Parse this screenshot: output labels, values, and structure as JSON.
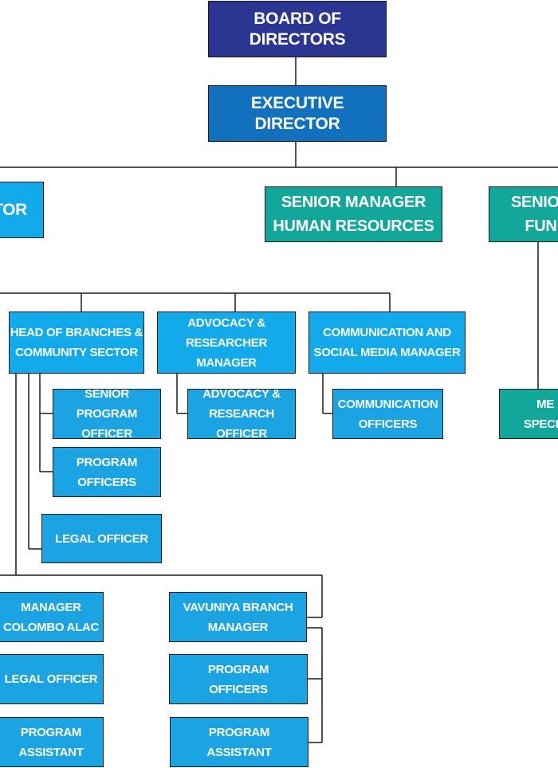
{
  "boxes": {
    "board": "BOARD OF DIRECTORS",
    "executive": "EXECUTIVE DIRECTOR",
    "left_partial": "TOR",
    "hr": "SENIOR MANAGER\nHUMAN RESOURCES",
    "right_partial": "SENIOR\nFUN",
    "head_branches": "HEAD OF BRANCHES &\nCOMMUNITY SECTOR",
    "advocacy_manager": "ADVOCACY &\nRESEARCHER MANAGER",
    "comm_manager": "COMMUNICATION AND\nSOCIAL MEDIA MANAGER",
    "senior_program_officer": "SENIOR\nPROGRAM OFFICER",
    "advocacy_officer": "ADVOCACY &\nRESEARCH OFFICER",
    "comm_officers": "COMMUNICATION\nOFFICERS",
    "me_partial": "ME\nSPECIA",
    "program_officers_1": "PROGRAM\nOFFICERS",
    "legal_officer_1": "LEGAL OFFICER",
    "manager_colombo": "MANAGER\nCOLOMBO ALAC",
    "vavuniya_manager": "VAVUNIYA BRANCH\nMANAGER",
    "legal_officer_2": "LEGAL OFFICER",
    "program_officers_2": "PROGRAM\nOFFICERS",
    "program_assistant_1": "PROGRAM\nASSISTANT",
    "program_assistant_2": "PROGRAM\nASSISTANT"
  },
  "colors": {
    "navy": "#2b3592",
    "blue": "#1171be",
    "teal": "#11a79a",
    "sky": "#13aaec",
    "line": "#1a1a1a"
  }
}
